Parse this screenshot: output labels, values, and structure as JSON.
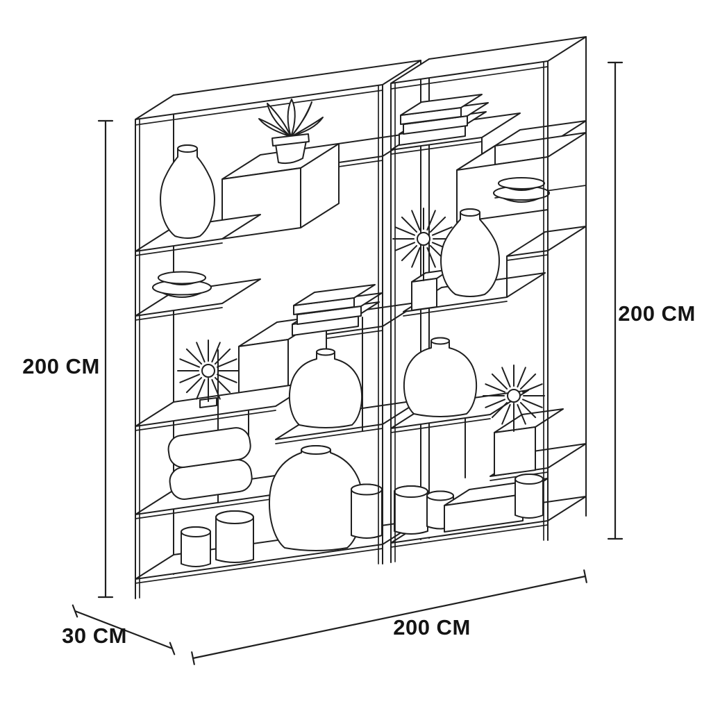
{
  "diagram": {
    "title": "Two-bay open shelving unit — dimension line drawing",
    "style": "black outline illustration on white",
    "colors": {
      "line": "#1f1f1f",
      "background": "#ffffff"
    },
    "units": [
      {
        "name": "left-bay",
        "decor": [
          "tall vase",
          "potted plant",
          "pair of bowls",
          "stacked books",
          "sunburst ornament on stand",
          "round jug vase",
          "rolled towels",
          "large belly vase",
          "candle cylinders"
        ]
      },
      {
        "name": "right-bay",
        "decor": [
          "stacked books",
          "pair of bowls in cube",
          "sunburst ornament on cube",
          "tall vase",
          "round jug vase",
          "sunburst ornament on box",
          "candle cylinders",
          "flat storage box"
        ]
      }
    ],
    "dimensions": {
      "height_left": {
        "label": "200 CM",
        "value": 200,
        "unit": "CM"
      },
      "height_right": {
        "label": "200 CM",
        "value": 200,
        "unit": "CM"
      },
      "depth": {
        "label": "30 CM",
        "value": 30,
        "unit": "CM"
      },
      "width": {
        "label": "200 CM",
        "value": 200,
        "unit": "CM"
      }
    }
  }
}
